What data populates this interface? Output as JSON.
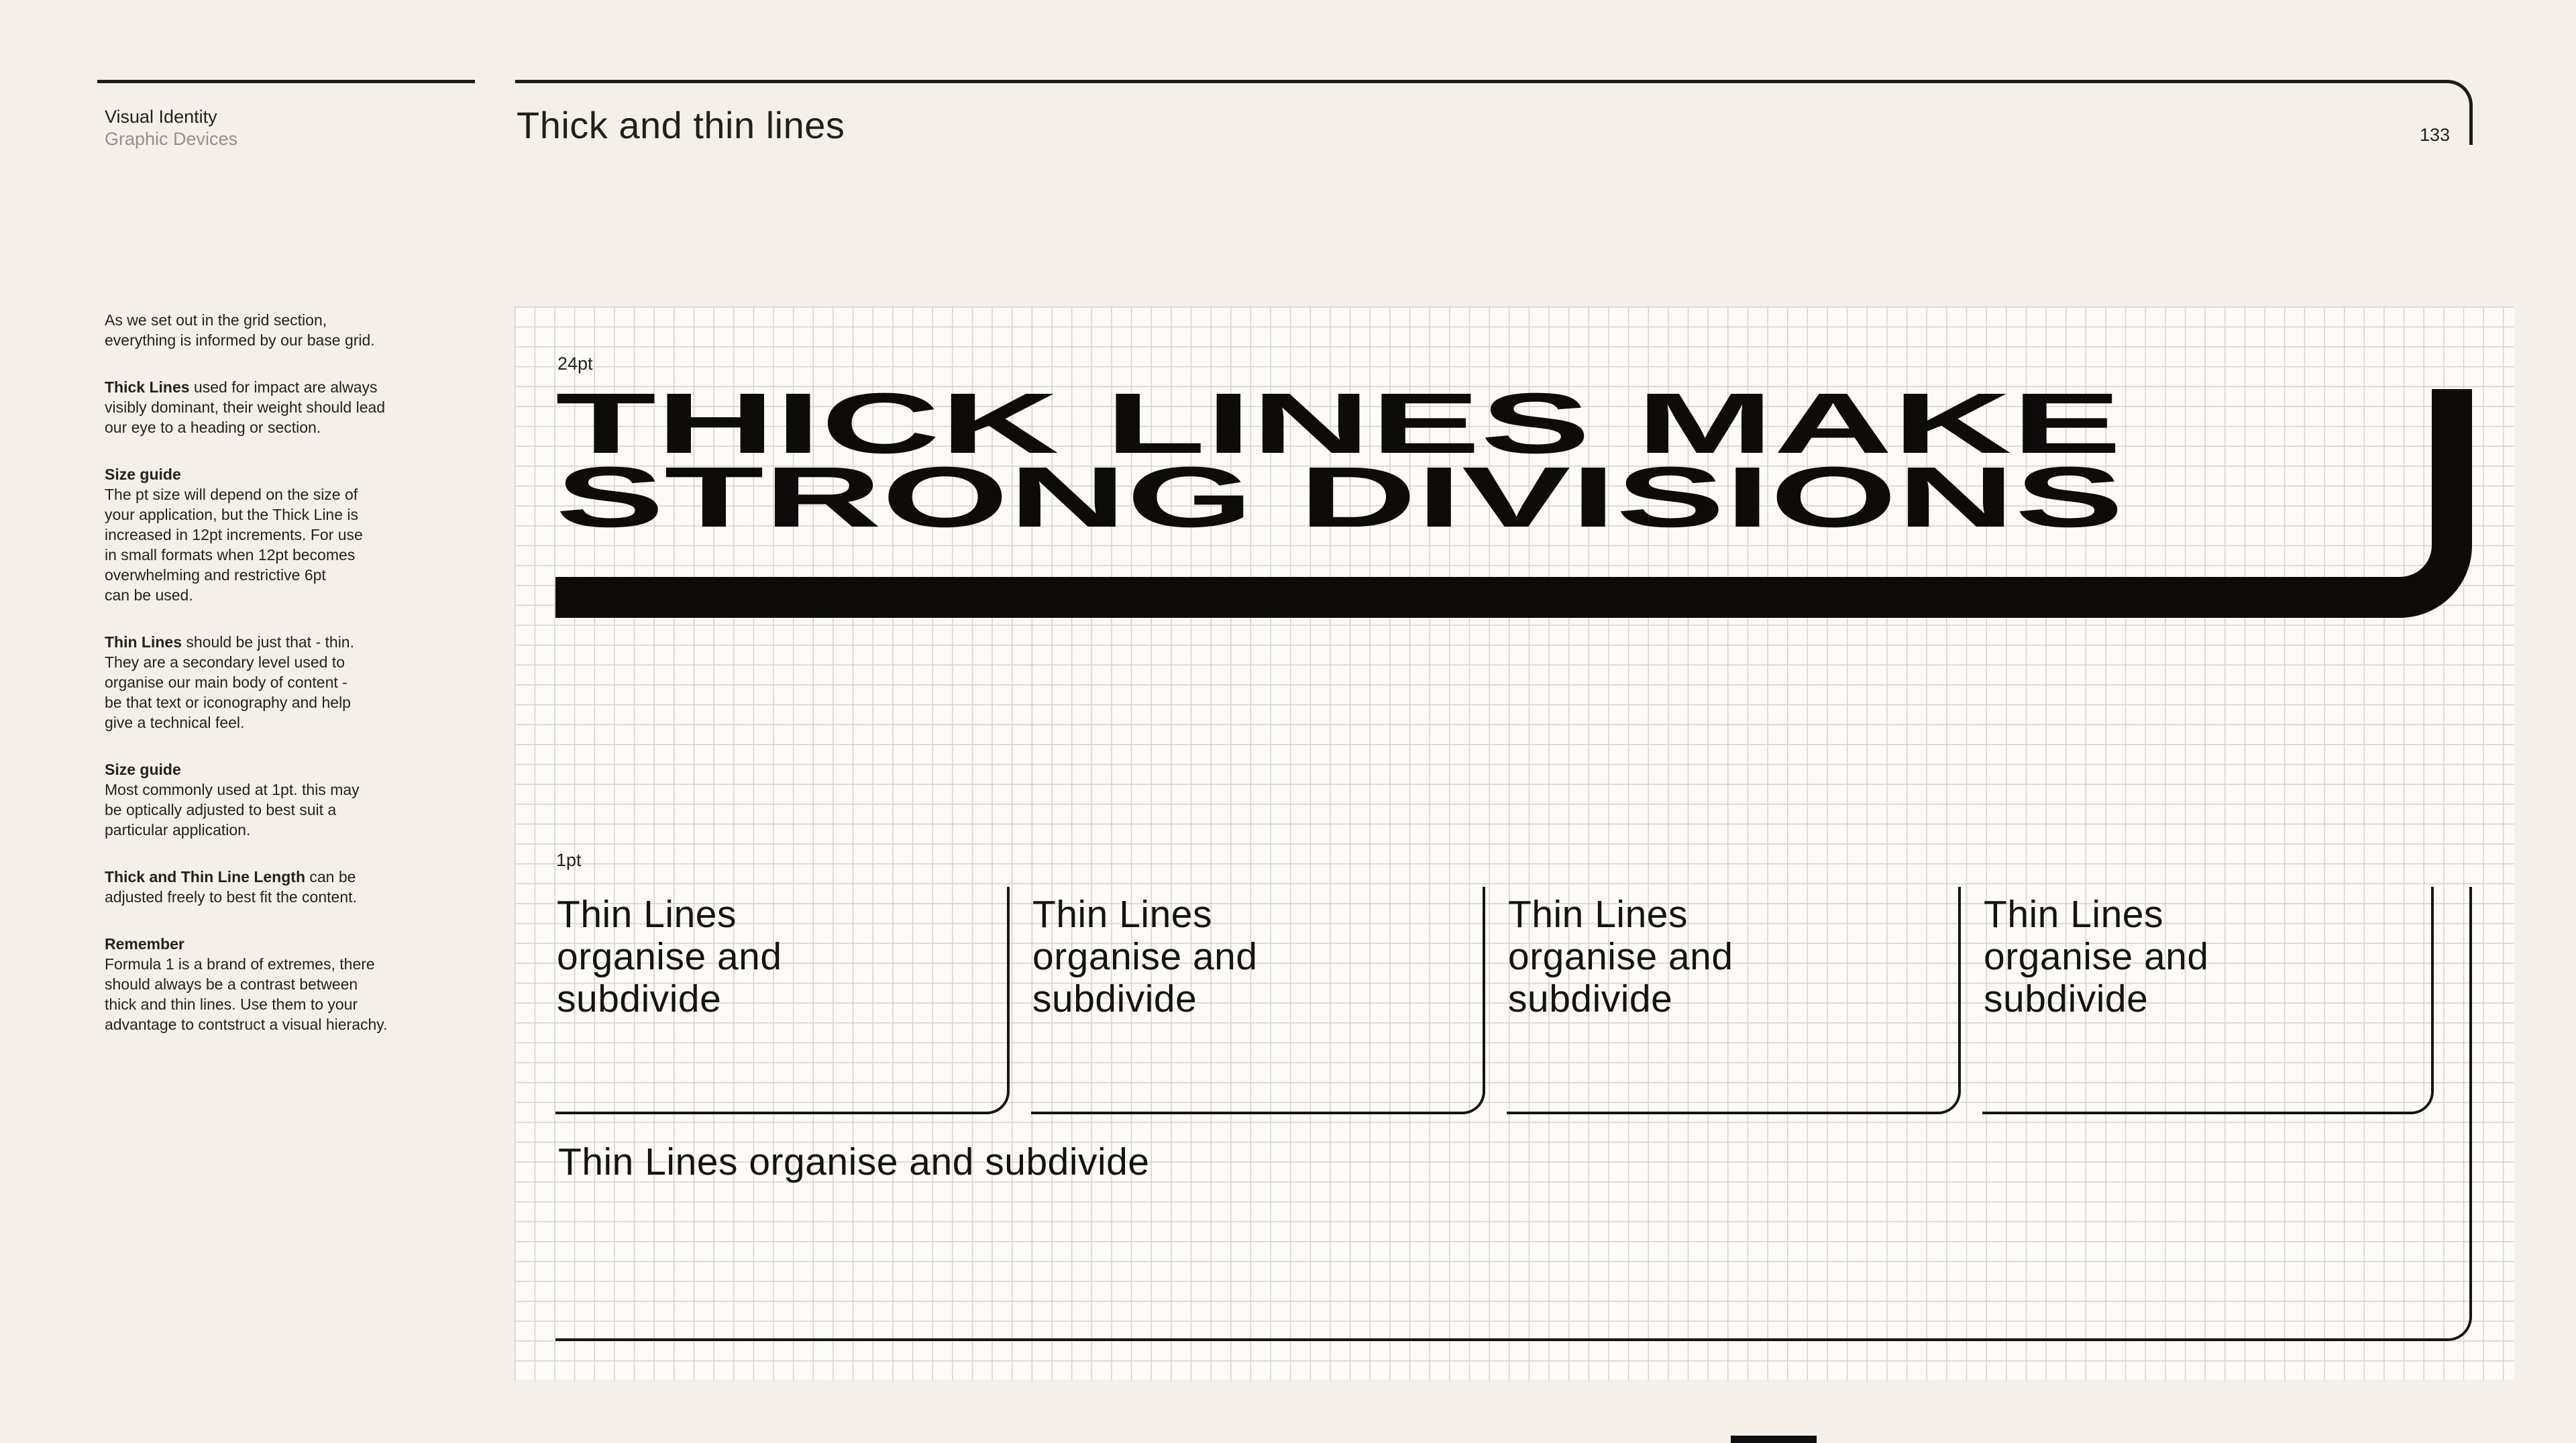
{
  "page": {
    "background": "#f4f0e9",
    "ink": "#1c1b18",
    "grid_line_color": "#d4d1d1",
    "grid_paper_color": "#fcfbf8"
  },
  "sidebar": {
    "section": "Visual Identity",
    "subsection": "Graphic Devices",
    "paragraphs": [
      {
        "bold": "",
        "text": "As we set out in the grid section,\neverything is informed by our base grid."
      },
      {
        "bold": "Thick Lines",
        "text": " used for impact are always\nvisibly dominant, their weight should lead\nour eye to a heading or section."
      },
      {
        "bold": "Size guide",
        "text": "\nThe pt size will depend on the size of\nyour application, but the Thick Line is\nincreased in 12pt increments. For use\nin small formats when 12pt becomes\noverwhelming and restrictive 6pt\ncan be used."
      },
      {
        "bold": "Thin Lines",
        "text": " should be just that - thin.\nThey are a secondary level used to\norganise our main body of content -\nbe that text or iconography and help\ngive a technical feel."
      },
      {
        "bold": "Size guide",
        "text": "\nMost commonly used at 1pt. this may\nbe optically adjusted to best suit a\nparticular application."
      },
      {
        "bold": "Thick and Thin Line Length",
        "text": " can be\nadjusted freely to best fit the content."
      },
      {
        "bold": "Remember",
        "text": "\nFormula 1 is a brand of extremes, there\nshould always be a contrast between\nthick and thin lines. Use them to your\nadvantage to contstruct a visual hierachy."
      }
    ]
  },
  "header": {
    "title": "Thick and thin lines",
    "page_number": "133"
  },
  "canvas": {
    "thick_label": "24pt",
    "thin_label": "1pt",
    "headline_line1": "THICK LINES MAKE",
    "headline_line2": "STRONG DIVISIONS",
    "columns": [
      "Thin Lines\norganise and\nsubdivide",
      "Thin Lines\norganise and\nsubdivide",
      "Thin Lines\norganise and\nsubdivide",
      "Thin Lines\norganise and\nsubdivide"
    ],
    "bottom_text": "Thin Lines organise and subdivide"
  }
}
